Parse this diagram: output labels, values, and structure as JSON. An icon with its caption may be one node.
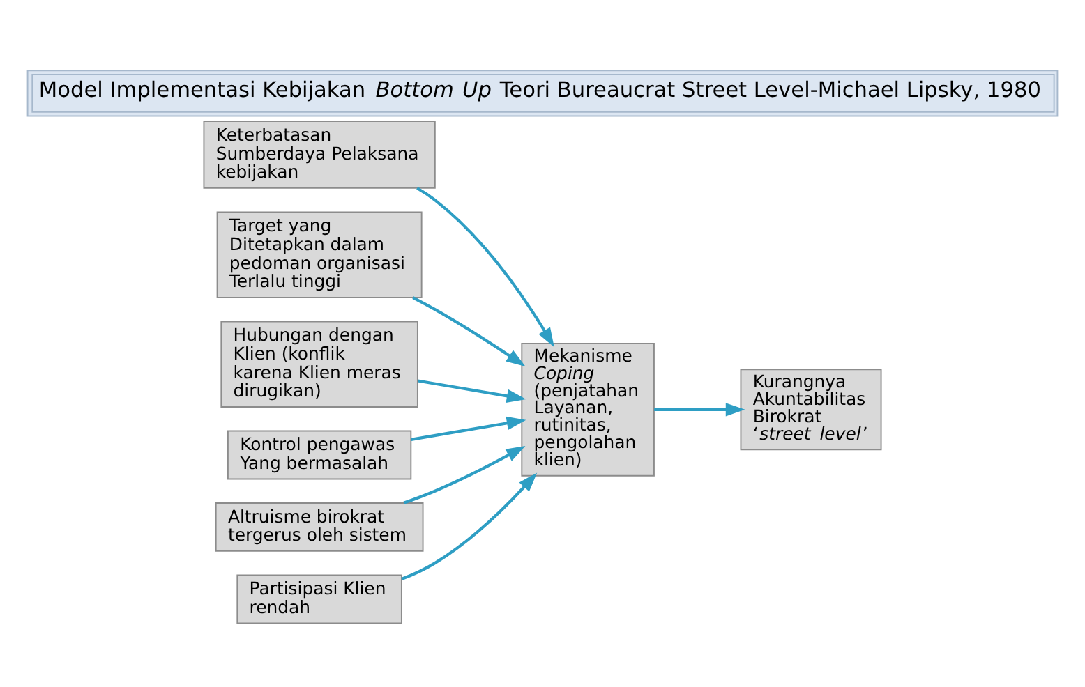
{
  "diagram": {
    "title": "Model Implementasi Kebijakan *Bottom Up* Teori Bureaucrat Street Level-Michael Lipsky, 1980",
    "nodes": [
      {
        "text": [
          "Keterbatasan Sumberdaya Pelaksana kebijakan"
        ]
      },
      {
        "text": [
          "Target yang Ditetapkan dalam pedoman organisasi Terlalu tinggi"
        ]
      },
      {
        "text": [
          "Hubungan dengan Klien (konflik karena Klien meras dirugikan)"
        ]
      },
      {
        "text": [
          "Kontrol pengawas Yang bermasalah"
        ]
      },
      {
        "text": [
          "Altruisme birokrat tergerus oleh sistem"
        ]
      },
      {
        "text": [
          "Partisipasi Klien rendah"
        ]
      },
      {
        "text": [
          "Mekanisme *Coping* (penjatahan Layanan, rutinitas, pengolahan klien)"
        ]
      },
      {
        "text": [
          "Kurangnya Akuntabilitas Birokrat ‘*street level*’"
        ]
      }
    ],
    "edges": [
      {
        "from": 0,
        "to": 6,
        "arrow": "to"
      },
      {
        "from": 1,
        "to": 6,
        "arrow": "to"
      },
      {
        "from": 2,
        "to": 6,
        "arrow": "to"
      },
      {
        "from": 3,
        "to": 6,
        "arrow": "to"
      },
      {
        "from": 4,
        "to": 6,
        "arrow": "to"
      },
      {
        "from": 5,
        "to": 6,
        "arrow": "to"
      },
      {
        "from": 6,
        "to": 7,
        "arrow": "to"
      }
    ]
  }
}
